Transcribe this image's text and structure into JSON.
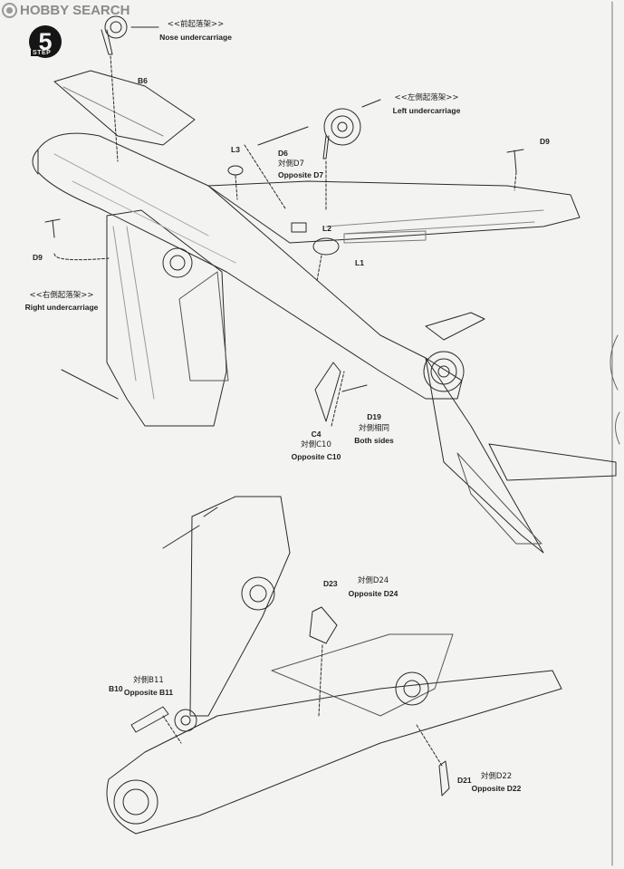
{
  "watermark": {
    "text": "HOBBY SEARCH",
    "icon": "hobbysearch-logo-icon",
    "color": "#8a8a8a"
  },
  "step": {
    "number": "5",
    "word": "STEP"
  },
  "labels": {
    "nose_uc_cn": "<<前起落架>>",
    "nose_uc_en": "Nose undercarriage",
    "b6": "B6",
    "left_uc_cn": "<<左側起落架>>",
    "left_uc_en": "Left undercarriage",
    "l3": "L3",
    "d6": "D6",
    "d7_cn": "対側D7",
    "d7_en": "Opposite D7",
    "d9_right": "D9",
    "d9_left": "D9",
    "l2": "L2",
    "l1": "L1",
    "right_uc_cn": "<<右側起落架>>",
    "right_uc_en": "Right undercarriage",
    "c4": "C4",
    "c10_cn": "対側C10",
    "c10_en": "Opposite C10",
    "d19": "D19",
    "both_cn": "対側相同",
    "both_en": "Both sides",
    "d23": "D23",
    "d24_cn": "対側D24",
    "d24_en": "Opposite D24",
    "b10": "B10",
    "b11_cn": "対側B11",
    "b11_en": "Opposite B11",
    "d21": "D21",
    "d22_cn": "対側D22",
    "d22_en": "Opposite D22"
  },
  "colors": {
    "ink": "#1b1b1b",
    "paper": "#f3f3f1",
    "faint": "#c9c9c6"
  }
}
